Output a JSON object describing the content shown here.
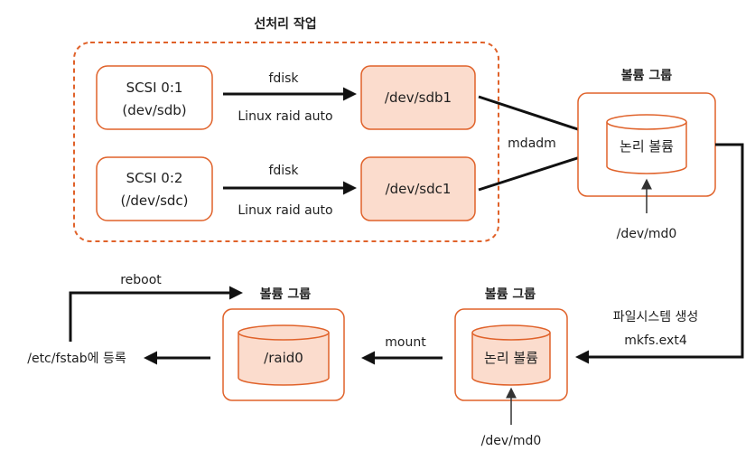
{
  "prep": {
    "title": "선처리 작업",
    "disk1": {
      "line1": "SCSI 0:1",
      "line2": "(dev/sdb)"
    },
    "disk2": {
      "line1": "SCSI 0:2",
      "line2": "(/dev/sdc)"
    },
    "arrow1": {
      "top": "fdisk",
      "bottom": "Linux raid auto"
    },
    "arrow2": {
      "top": "fdisk",
      "bottom": "Linux raid auto"
    },
    "part1": "/dev/sdb1",
    "part2": "/dev/sdc1"
  },
  "mdadm": "mdadm",
  "vg_top": {
    "title": "볼륨 그룹",
    "cylinder": "논리 볼륨",
    "device": "/dev/md0"
  },
  "fs": {
    "line1": "파일시스템 생성",
    "line2": "mkfs.ext4"
  },
  "vg_mid": {
    "title": "볼륨 그룹",
    "cylinder": "논리 볼륨",
    "device": "/dev/md0"
  },
  "mount": "mount",
  "vg_left": {
    "title": "볼륨 그룹",
    "cylinder": "/raid0"
  },
  "reboot": "reboot",
  "fstab": "/etc/fstab에 등록",
  "colors": {
    "accent": "#e0622a",
    "fill": "#fbdccd",
    "line": "#111111"
  }
}
